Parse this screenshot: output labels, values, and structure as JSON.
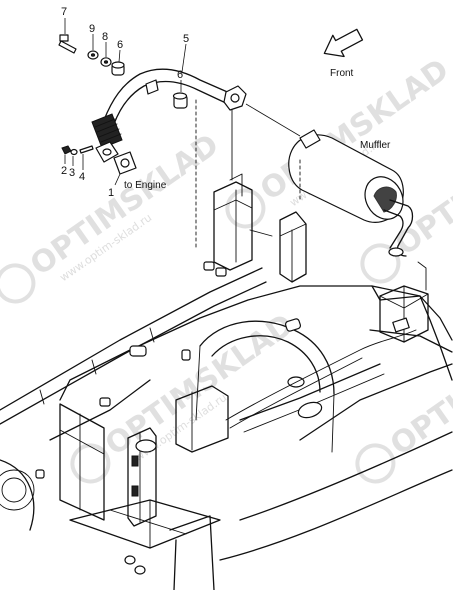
{
  "labels": {
    "front": "Front",
    "muffler": "Muffler",
    "to_engine": "to Engine"
  },
  "callouts": {
    "c1": "1",
    "c2": "2",
    "c3": "3",
    "c4": "4",
    "c5": "5",
    "c6a": "6",
    "c6b": "6",
    "c7": "7",
    "c8": "8",
    "c9": "9"
  },
  "watermark": {
    "brand": "OPTIMSKLAD",
    "site": "www.optim-sklad.ru"
  },
  "colors": {
    "line": "#111111",
    "watermark": "#c8c8c8"
  }
}
